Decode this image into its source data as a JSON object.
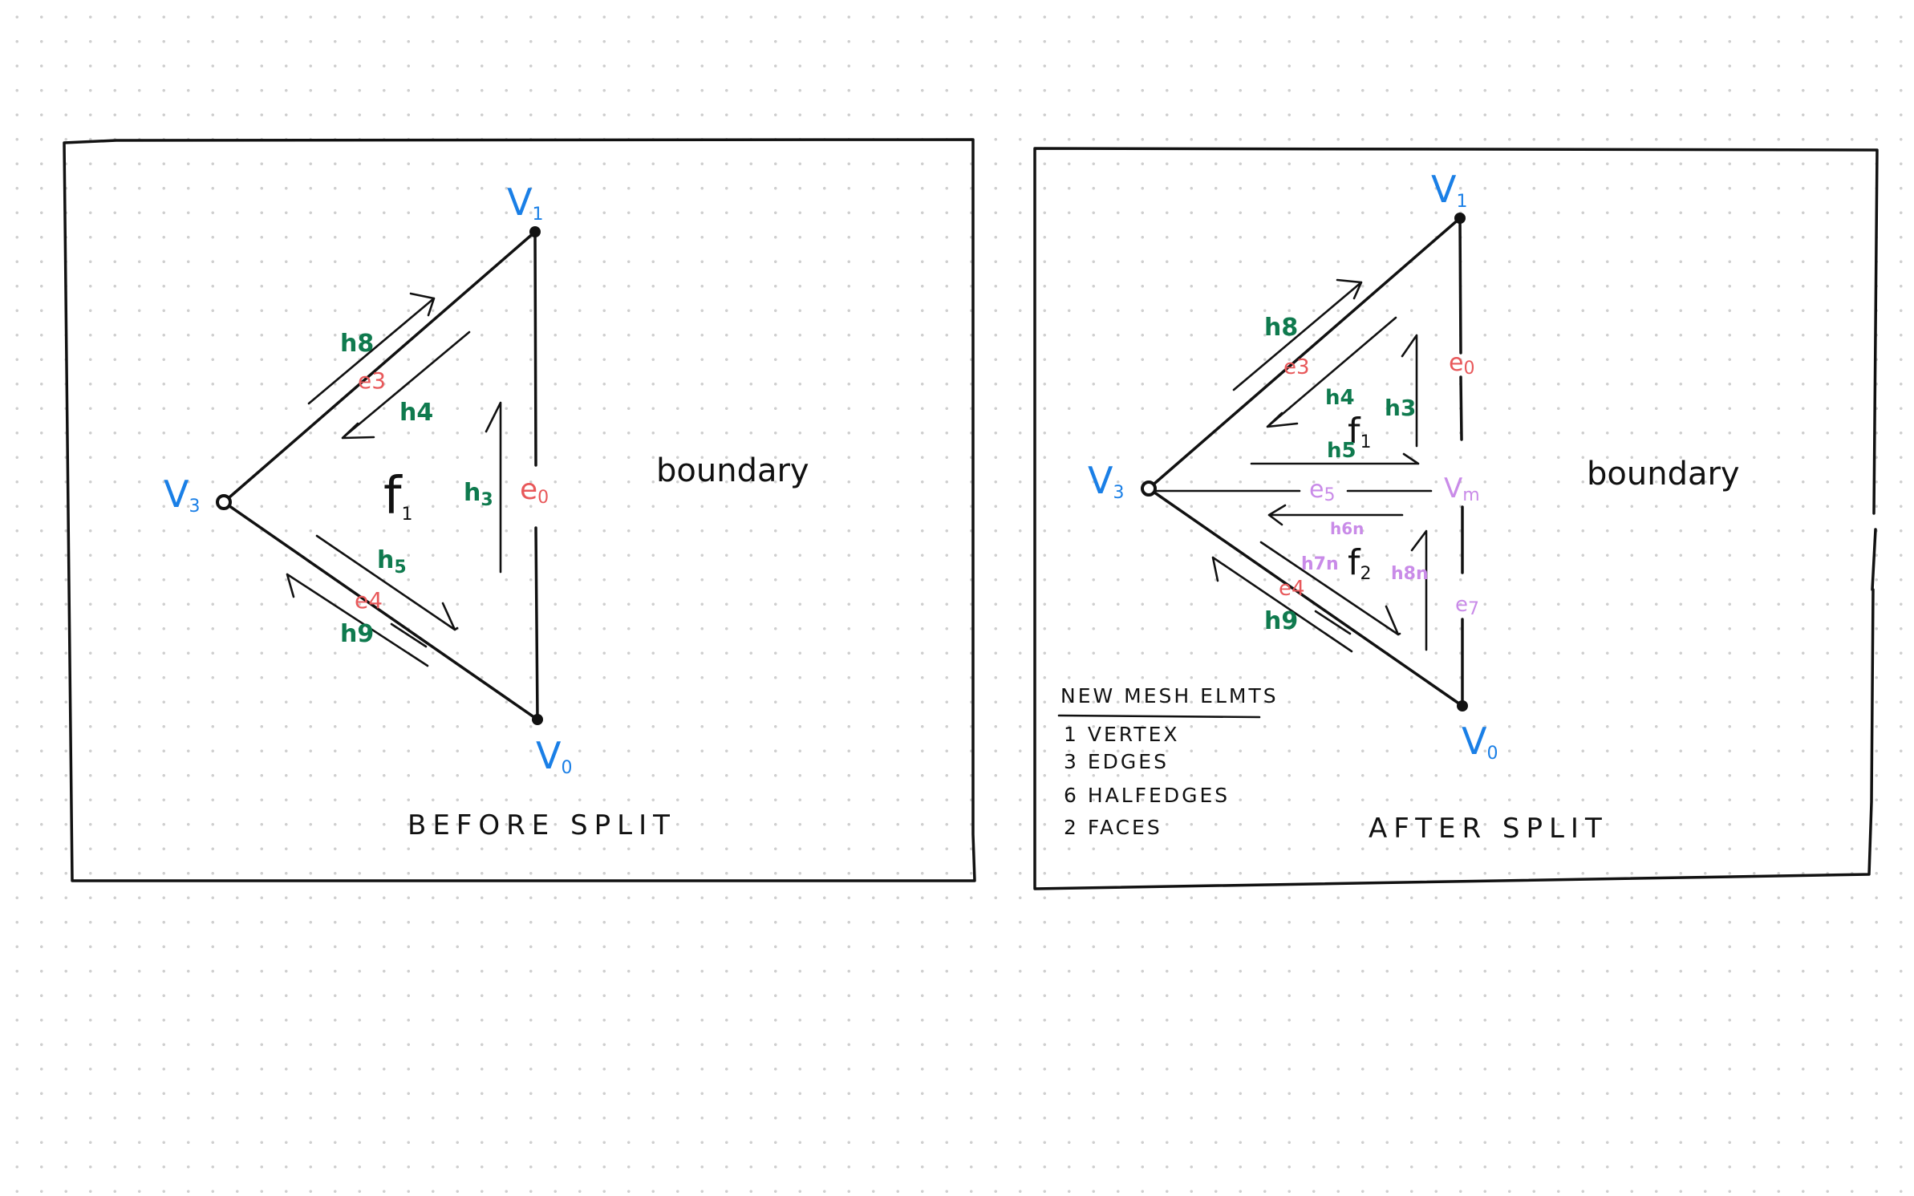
{
  "colors": {
    "vertex": "#1a7fe6",
    "edge": "#e8585a",
    "halfedge": "#0f7a4e",
    "new_element": "#c98be8",
    "ink": "#111111",
    "grid_dot": "#cfcfcf"
  },
  "before": {
    "caption": "BEFORE SPLIT",
    "boundary": "boundary",
    "v1": "V",
    "v1_sub": "1",
    "v3": "V",
    "v3_sub": "3",
    "v0": "V",
    "v0_sub": "0",
    "face": "f",
    "face_sub": "1",
    "e0": "e",
    "e0_sub": "0",
    "e3": "e3",
    "e4": "e4",
    "h8": "h8",
    "h4": "h4",
    "h3": "h",
    "h3_sub": "3",
    "h5": "h",
    "h5_sub": "5",
    "h9": "h9"
  },
  "after": {
    "caption": "AFTER SPLIT",
    "boundary": "boundary",
    "v1": "V",
    "v1_sub": "1",
    "v3": "V",
    "v3_sub": "3",
    "v0": "V",
    "v0_sub": "0",
    "vm": "V",
    "vm_sub": "m",
    "f1": "f",
    "f1_sub": "1",
    "f2": "f",
    "f2_sub": "2",
    "e0": "e",
    "e0_sub": "0",
    "e3": "e3",
    "e4": "e4",
    "e5": "e",
    "e5_sub": "5",
    "e7": "e",
    "e7_sub": "7",
    "h8": "h8",
    "h4": "h4",
    "h3": "h3",
    "h5": "h5",
    "h9": "h9",
    "h6n": "h6n",
    "h7n": "h7n",
    "h8n": "h8n"
  },
  "new_mesh": {
    "title": "NEW MESH ELMTS",
    "items": [
      "1 VERTEX",
      "3 EDGES",
      "6 HALFEDGES",
      "2 FACES"
    ]
  }
}
